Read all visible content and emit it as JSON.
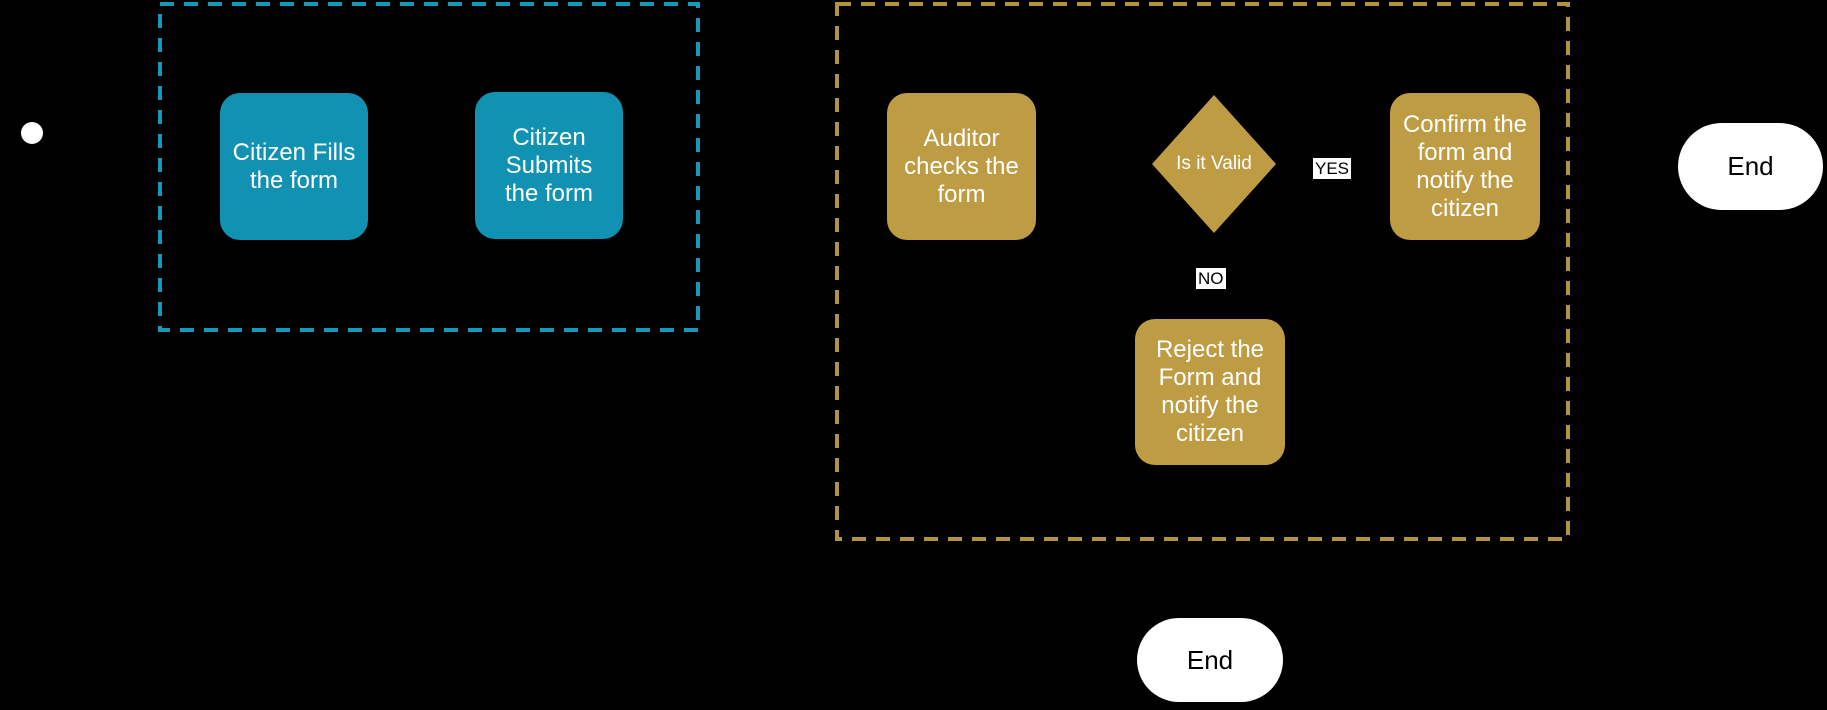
{
  "diagram": {
    "background_color": "#000000",
    "start_node": {
      "shape": "circle",
      "color": "#ffffff"
    },
    "citizen_lane": {
      "border_color": "#1698BA",
      "fill_color": "#1292B2",
      "nodes": {
        "fill_form": {
          "label": "Citizen Fills the form"
        },
        "submit_form": {
          "label": "Citizen Submits the form"
        }
      }
    },
    "auditor_lane": {
      "border_color": "#B3943E",
      "fill_color": "#BE9C44",
      "nodes": {
        "check_form": {
          "label": "Auditor checks the form"
        },
        "decision": {
          "label": "Is it Valid"
        },
        "confirm": {
          "label": "Confirm the form and notify the citizen"
        },
        "reject": {
          "label": "Reject the Form and notify the citizen"
        }
      },
      "edge_labels": {
        "yes": "YES",
        "no": "NO"
      }
    },
    "end_nodes": {
      "right": {
        "label": "End"
      },
      "bottom": {
        "label": "End"
      }
    }
  }
}
